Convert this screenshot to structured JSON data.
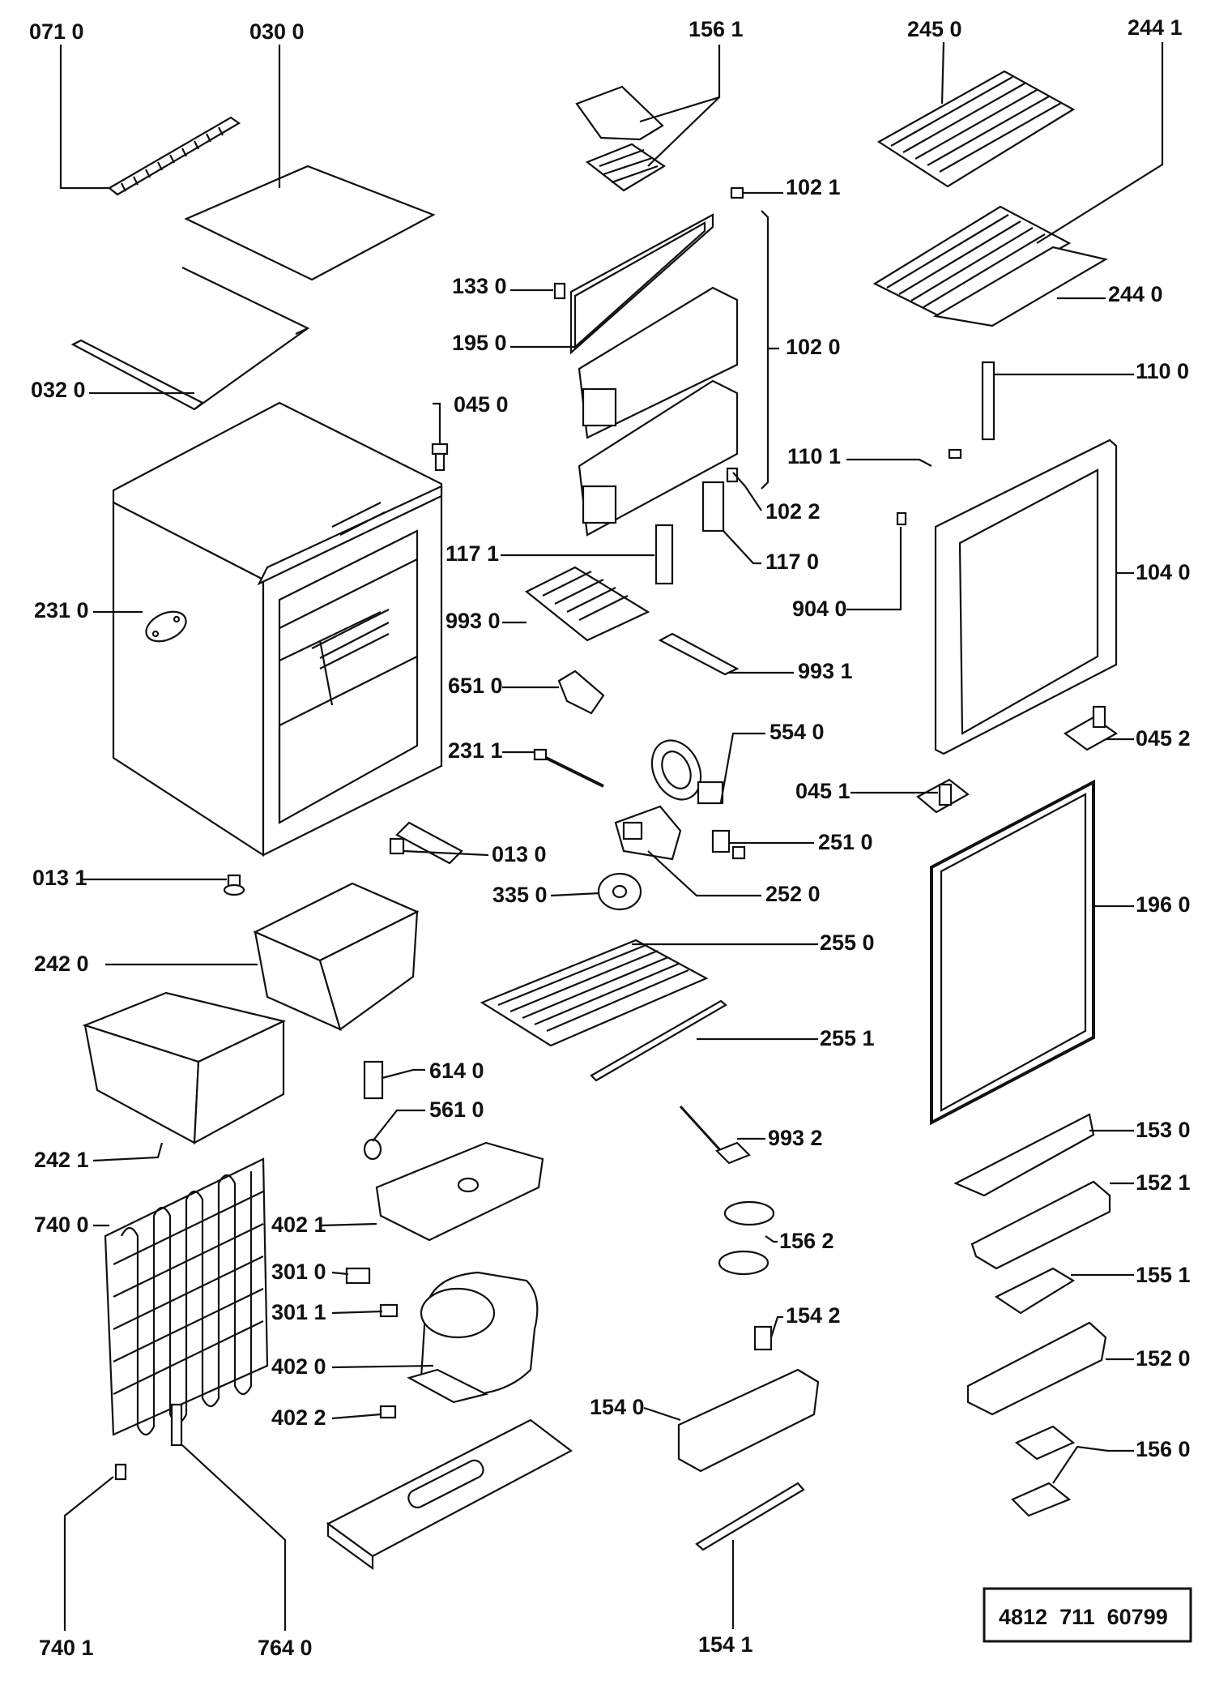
{
  "diagram": {
    "reference_number": "4812  711  60799",
    "labels": [
      "071 0",
      "030 0",
      "156 1",
      "245  0",
      "244 1",
      "102 1",
      "133 0",
      "195 0",
      "102 0",
      "244 0",
      "032 0",
      "045 0",
      "110 0",
      "110 1",
      "102 2",
      "231 0",
      "117 1",
      "117 0",
      "104 0",
      "993 0",
      "904 0",
      "993 1",
      "651 0",
      "554 0",
      "231 1",
      "045 2",
      "045 1",
      "251 0",
      "013 1",
      "013 0",
      "335 0",
      "252 0",
      "242 0",
      "255 0",
      "196 0",
      "255 1",
      "614 0",
      "561 0",
      "993 2",
      "153 0",
      "242 1",
      "152 1",
      "740 0",
      "402 1",
      "156 2",
      "301 0",
      "155 1",
      "301 1",
      "154 2",
      "402 0",
      "152 0",
      "154 0",
      "402 2",
      "156 0",
      "740 1",
      "764  0",
      "154 1"
    ]
  }
}
